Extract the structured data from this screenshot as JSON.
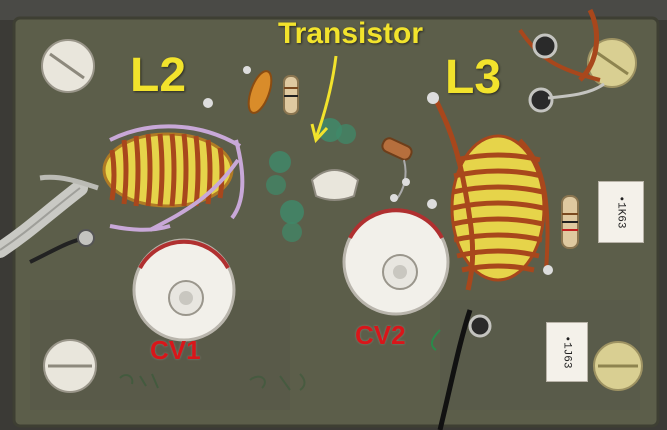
{
  "labels": {
    "transistor": "Transistor",
    "l2": "L2",
    "l3": "L3",
    "cv1": "CV1",
    "cv2": "CV2"
  },
  "stickers": {
    "upper": "•1K63",
    "lower": "•1J63"
  },
  "colors": {
    "board": "#5c5e4a",
    "label_yellow": "#f2e32c",
    "label_red": "#d8161a",
    "copper_wire": "#a8471c",
    "toroid_core": "#e8d84a"
  }
}
